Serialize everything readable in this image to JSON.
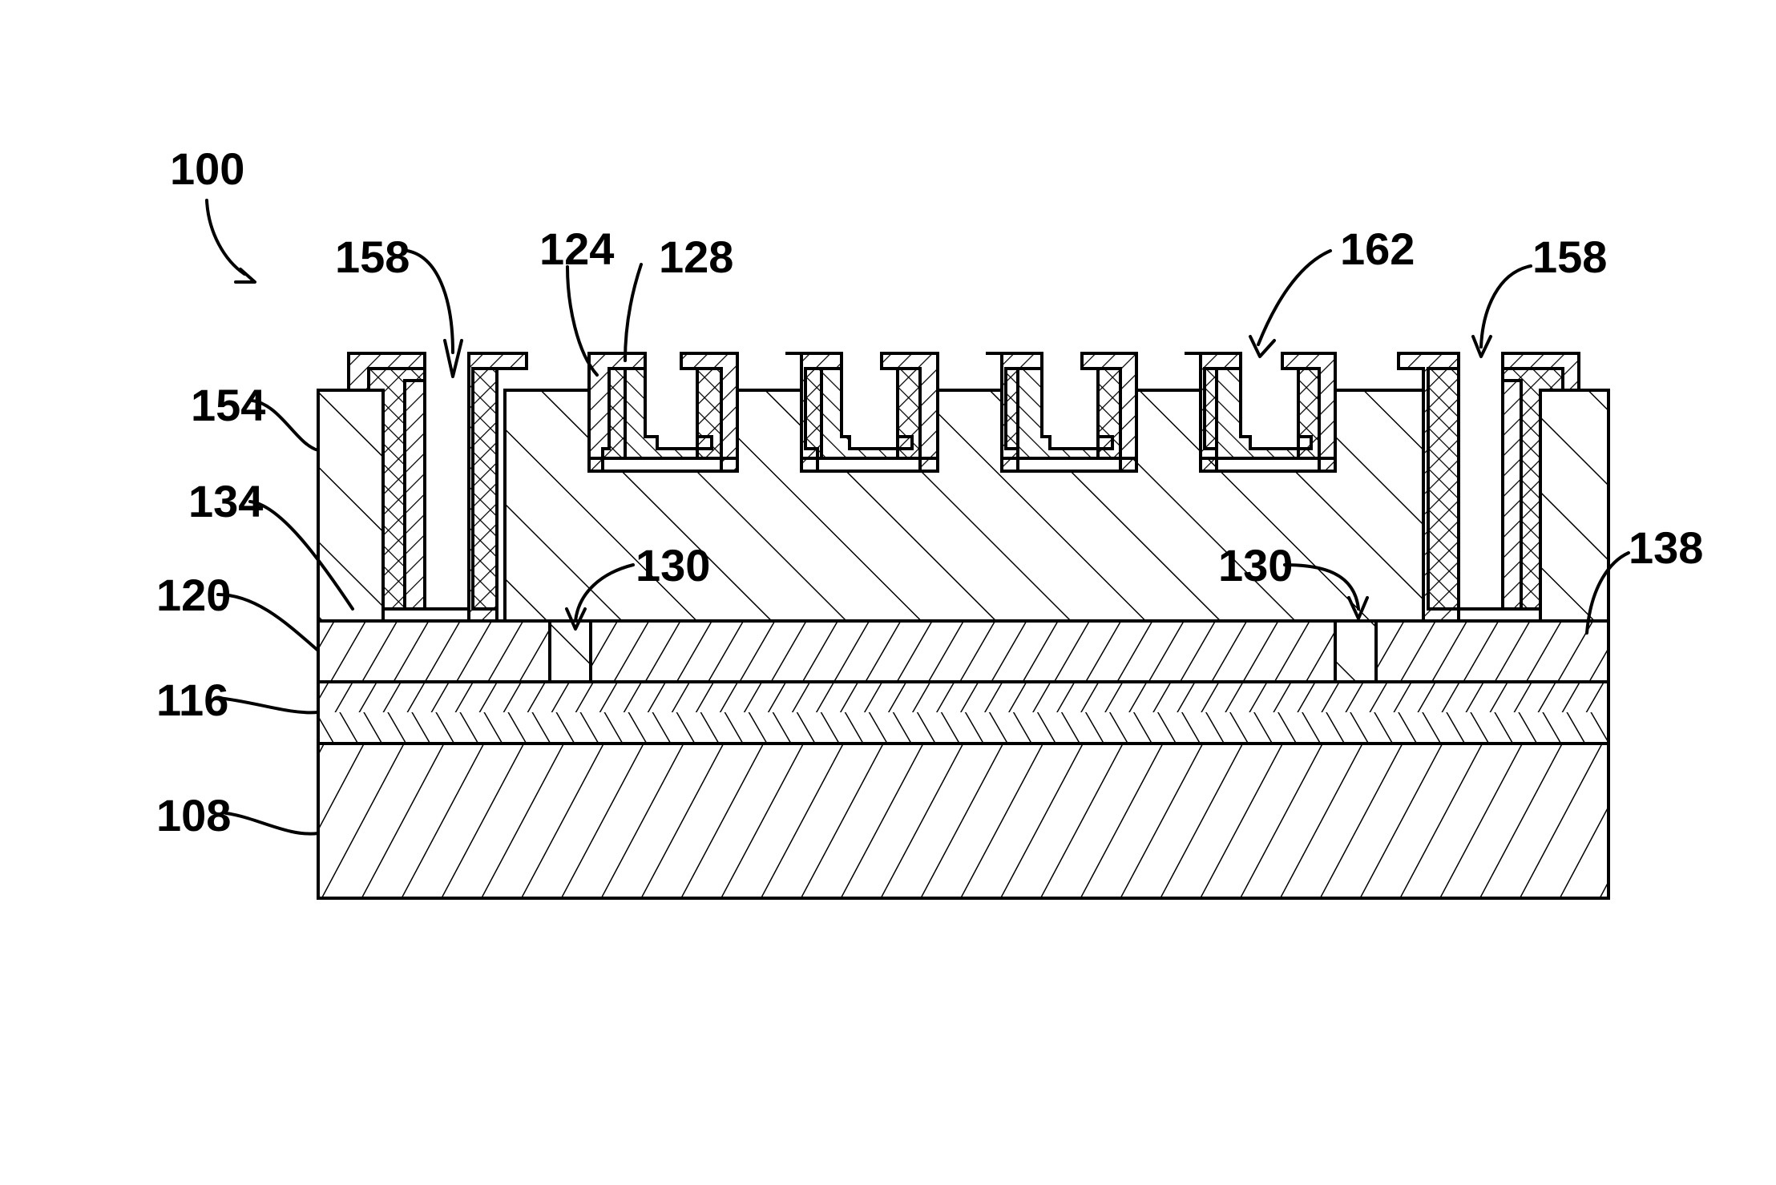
{
  "figure": {
    "ref_100": "100",
    "ref_158_left": "158",
    "ref_124": "124",
    "ref_128": "128",
    "ref_162": "162",
    "ref_158_right": "158",
    "ref_154": "154",
    "ref_134": "134",
    "ref_120": "120",
    "ref_130_left": "130",
    "ref_130_right": "130",
    "ref_138": "138",
    "ref_116": "116",
    "ref_108": "108"
  },
  "colors": {
    "ink": "#000000",
    "paper": "#ffffff"
  }
}
